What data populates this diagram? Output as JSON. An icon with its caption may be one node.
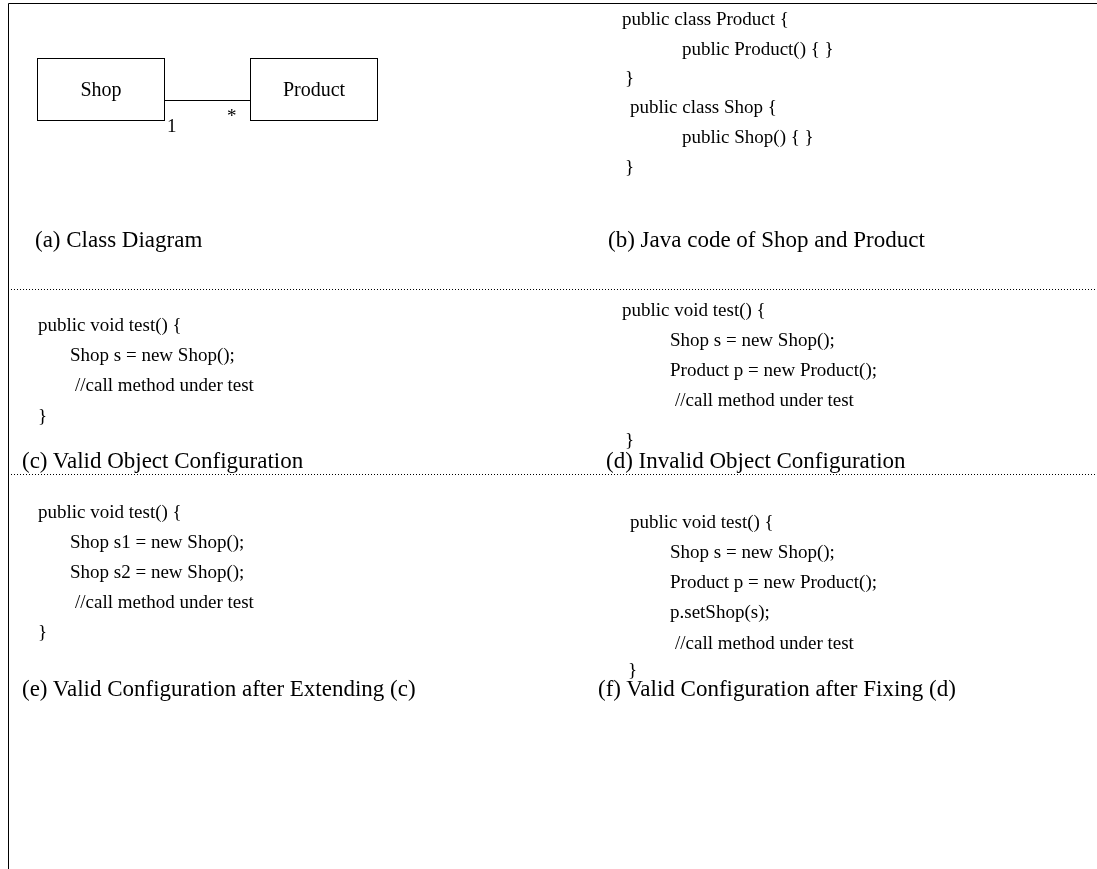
{
  "diagram": {
    "nodes": [
      {
        "text": [
          "Shop"
        ]
      },
      {
        "text": [
          "Product"
        ]
      }
    ],
    "edges": [
      {
        "from": 0,
        "to": 1,
        "arrow": "none"
      }
    ],
    "labels": [
      "1",
      "*",
      "(a) Class Diagram",
      "public class Product {",
      "public Product() { }",
      "}",
      "public class Shop {",
      "public Shop() { }",
      "}",
      "(b) Java code of Shop and Product",
      "public void test() {",
      "Shop s = new Shop();",
      "//call method under test",
      "}",
      "(c) Valid Object Configuration",
      "public void test() {",
      "Shop s = new Shop();",
      "Product p = new Product();",
      "//call method under test",
      "}",
      "(d) Invalid Object Configuration",
      "public void test() {",
      "Shop s1 = new Shop();",
      "Shop s2 = new Shop();",
      "//call method under test",
      "}",
      "(e) Valid Configuration after Extending (c)",
      "public void test() {",
      "Shop s = new Shop();",
      "Product p = new Product();",
      "p.setShop(s);",
      "//call method under test",
      "}",
      "(f) Valid Configuration after Fixing (d)"
    ]
  }
}
